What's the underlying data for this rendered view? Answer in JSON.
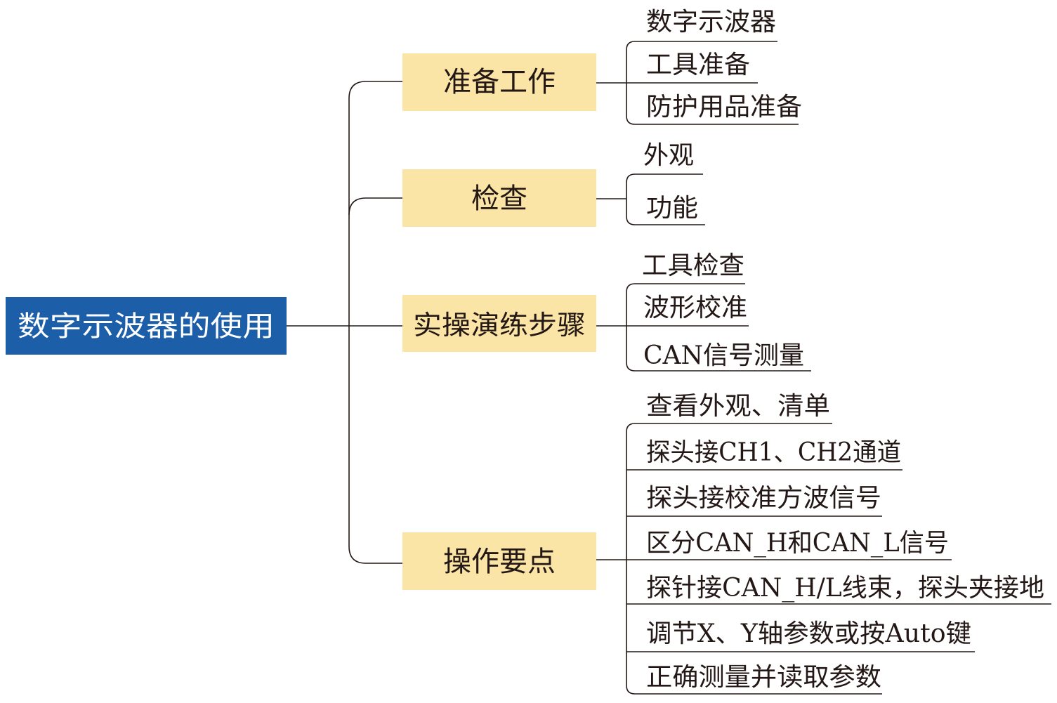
{
  "colors": {
    "root_fill": "#1d5ea8",
    "branch_fill": "#fbe5a6",
    "line": "#231815",
    "text": "#231815",
    "root_text": "#ffffff"
  },
  "root": {
    "label": "数字示波器的使用"
  },
  "branches": [
    {
      "label": "准备工作",
      "leaves": [
        "数字示波器",
        "工具准备",
        "防护用品准备"
      ]
    },
    {
      "label": "检查",
      "leaves": [
        "外观",
        "功能"
      ]
    },
    {
      "label": "实操演练步骤",
      "leaves": [
        "工具检查",
        "波形校准",
        "CAN信号测量"
      ]
    },
    {
      "label": "操作要点",
      "leaves": [
        "查看外观、清单",
        "探头接CH1、CH2通道",
        "探头接校准方波信号",
        "区分CAN_H和CAN_L信号",
        "探针接CAN_H/L线束，探头夹接地",
        "调节X、Y轴参数或按Auto键",
        "正确测量并读取参数"
      ]
    }
  ]
}
